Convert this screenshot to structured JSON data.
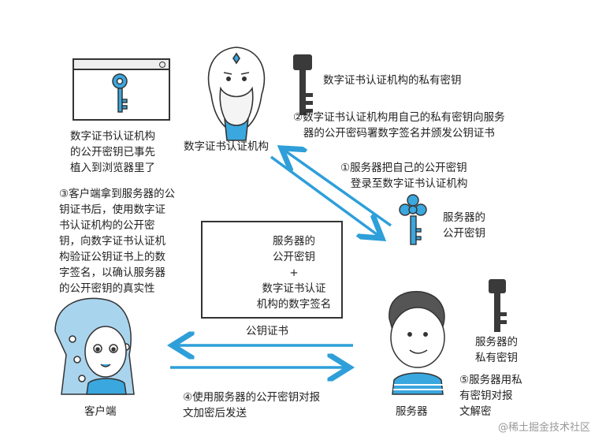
{
  "labels": {
    "browser_note": "数字证书认证机构\n的公开密钥已事先\n植入到浏览器里了",
    "ca_name": "数字证书认证机构",
    "ca_private_key": "数字证书认证机构的私有密钥",
    "step2": "②数字证书认证机构用自己的私有密钥向服务\n   器的公开密码署数字签名并颁发公钥证书",
    "step1": "①服务器把自己的公开密钥\n   登录至数字证书认证机构",
    "server_public_key": "服务器的\n公开密钥",
    "step3": "③客户端拿到服务器的公\n钥证书后，使用数字证\n书认证机构的公开密\n钥，向数字证书认证机\n构验证公钥证书上的数\n字签名，以确认服务器\n的公开密钥的真实性",
    "cert_content": "服务器的\n公开密钥\n+\n数字证书认证\n机构的数字签名",
    "cert_caption": "公钥证书",
    "server_private_key": "服务器的\n私有密钥",
    "step5": "⑤服务器用私\n有密钥对报\n文解密",
    "step4": "④使用服务器的公开密钥对报\n文加密后发送",
    "client": "客户端",
    "server": "服务器",
    "watermark": "@稀土掘金技术社区"
  },
  "colors": {
    "blue": "#2e9fd9",
    "dark": "#333333",
    "key_dark": "#3a3a3a"
  },
  "icons": [
    "browser-window-icon",
    "blue-key-icon",
    "ca-sage-icon",
    "dark-key-icon",
    "server-person-icon",
    "client-person-icon",
    "sparkle-icon",
    "arrow-icon"
  ]
}
